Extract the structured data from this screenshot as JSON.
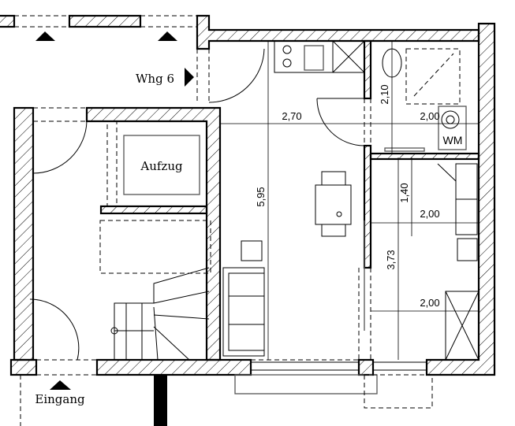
{
  "labels": {
    "apartment": "Whg 6",
    "elevator": "Aufzug",
    "entrance": "Eingang",
    "washing_machine": "WM"
  },
  "dimensions": {
    "living_width": "2,70",
    "living_depth": "5,95",
    "bath_depth": "2,10",
    "bath_width": "2,00",
    "bedroom_width_top": "2,00",
    "bedroom_width_bottom": "2,00",
    "bedroom_segment": "1,40",
    "bedroom_depth": "3,73"
  }
}
